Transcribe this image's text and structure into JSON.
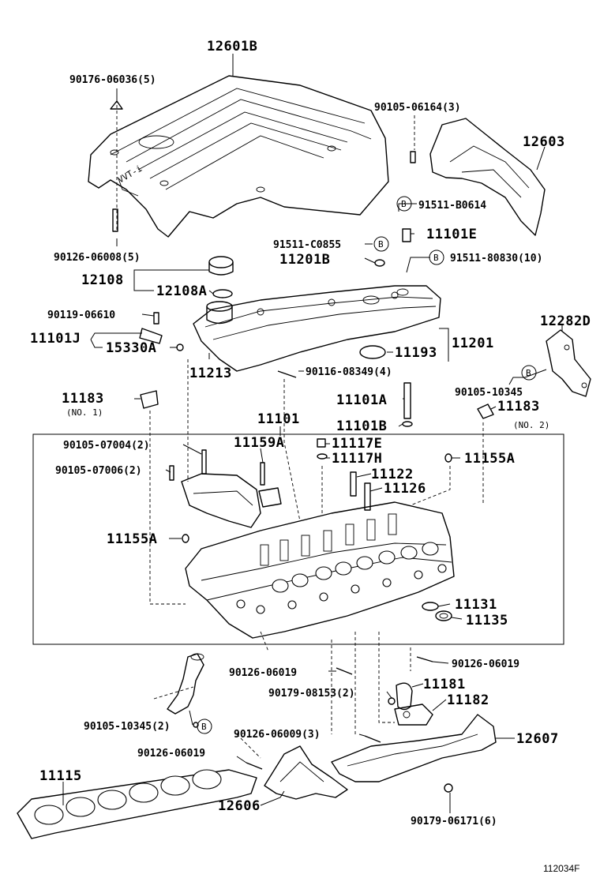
{
  "labels": {
    "p12601B": "12601B",
    "p90176": "90176-06036(5)",
    "p90105_06164": "90105-06164(3)",
    "p12603": "12603",
    "p91511_B0614": "91511-B0614",
    "p11101E": "11101E",
    "p90126_06008": "90126-06008(5)",
    "p91511_C0855": "91511-C0855",
    "p11201B": "11201B",
    "p91511_80830": "91511-80830(10)",
    "p12108": "12108",
    "p12108A": "12108A",
    "p90119": "90119-06610",
    "p11101J": "11101J",
    "p15330A": "15330A",
    "p11193": "11193",
    "p11201": "11201",
    "p12282D": "12282D",
    "p11213": "11213",
    "p90116": "90116-08349(4)",
    "p90105_10345_top": "90105-10345",
    "p11183_no1": "11183",
    "no1": "(NO. 1)",
    "p11101A": "11101A",
    "p11183_no2": "11183",
    "no2": "(NO. 2)",
    "p11101": "11101",
    "p11101B": "11101B",
    "p90105_07004": "90105-07004(2)",
    "p11159A": "11159A",
    "p11117E": "11117E",
    "p11117H": "11117H",
    "p11155A_right": "11155A",
    "p90105_07006": "90105-07006(2)",
    "p11122": "11122",
    "p11126": "11126",
    "p11155A_left": "11155A",
    "p11131": "11131",
    "p11135": "11135",
    "p90126_06019_right": "90126-06019",
    "p90126_06019_mid": "90126-06019",
    "p11181": "11181",
    "p90179_08153": "90179-08153(2)",
    "p11182": "11182",
    "p90105_10345_bottom": "90105-10345(2)",
    "p90126_06009": "90126-06009(3)",
    "p12607": "12607",
    "p90126_06019_low": "90126-06019",
    "p11115": "11115",
    "p12606": "12606",
    "p90179_06171": "90179-06171(6)",
    "figure_number": "112034F",
    "marker_b": "B"
  },
  "colors": {
    "ink": "#000000",
    "paper": "#ffffff"
  }
}
